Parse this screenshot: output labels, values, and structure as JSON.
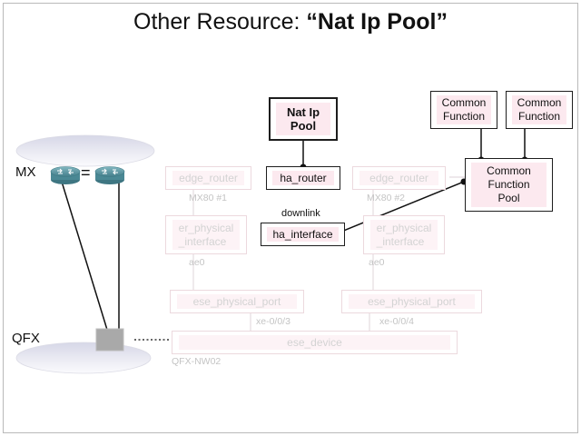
{
  "title": {
    "prefix": "Other Resource: ",
    "emphasis": "“Nat Ip Pool”"
  },
  "left_panel": {
    "mx_label": "MX",
    "equals_sign": "=",
    "qfx_label": "QFX"
  },
  "nodes": {
    "nat_ip_pool": "Nat Ip\nPool",
    "common_function_1": "Common\nFunction",
    "common_function_2": "Common\nFunction",
    "common_function_pool": "Common\nFunction\nPool",
    "edge_router_1": "edge_router",
    "ha_router": "ha_router",
    "edge_router_2": "edge_router",
    "er_physical_interface_1": "er_physical\n_interface",
    "ha_interface": "ha_interface",
    "er_physical_interface_2": "er_physical\n_interface",
    "ese_physical_port_1": "ese_physical_port",
    "ese_physical_port_2": "ese_physical_port",
    "ese_device": "ese_device"
  },
  "labels": {
    "mx80_1": "MX80 #1",
    "mx80_2": "MX80 #2",
    "downlink": "downlink",
    "ae0_1": "ae0",
    "ae0_2": "ae0",
    "xe_003": "xe-0/0/3",
    "xe_004": "xe-0/0/4",
    "qfx_nw02": "QFX-NW02"
  },
  "colors": {
    "faded_border": "#ecd9de",
    "faded_fill": "#fdf3f6",
    "highlight_fill": "#fce9ef",
    "router_teal": "#4f8f9b",
    "switch_gray": "#a9a9a9"
  },
  "icons": [
    "router-icon",
    "router-icon",
    "switch-icon"
  ]
}
